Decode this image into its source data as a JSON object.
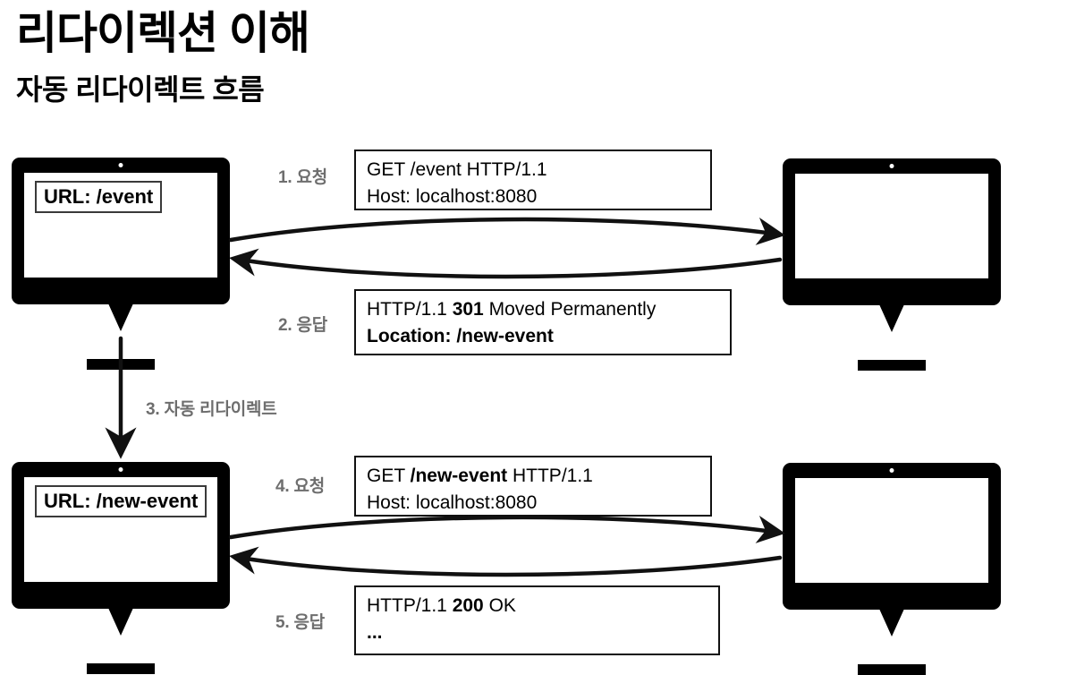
{
  "page": {
    "title": "리다이렉션 이해",
    "subtitle": "자동 리다이렉트 흐름",
    "colors": {
      "text": "#000000",
      "step_label": "#6e6e6e",
      "stroke": "#111111",
      "background": "#ffffff"
    }
  },
  "clients": [
    {
      "name": "client-top",
      "url_label": "URL: /event"
    },
    {
      "name": "client-bottom",
      "url_label": "URL: /new-event"
    }
  ],
  "servers": [
    {
      "name": "server-top",
      "screen_text": ""
    },
    {
      "name": "server-bottom",
      "screen_text": ""
    }
  ],
  "steps": [
    {
      "id": 1,
      "label": "1. 요청",
      "kind": "request",
      "lines": [
        [
          {
            "t": "GET /event HTTP/1.1",
            "bold": false
          }
        ],
        [
          {
            "t": "Host: localhost:8080",
            "bold": false
          }
        ]
      ]
    },
    {
      "id": 2,
      "label": "2. 응답",
      "kind": "response",
      "lines": [
        [
          {
            "t": "HTTP/1.1 ",
            "bold": false
          },
          {
            "t": "301",
            "bold": true
          },
          {
            "t": " Moved Permanently",
            "bold": false
          }
        ],
        [
          {
            "t": "Location: /new-event",
            "bold": true
          }
        ]
      ]
    },
    {
      "id": 3,
      "label": "3. 자동 리다이렉트",
      "kind": "redirect",
      "lines": []
    },
    {
      "id": 4,
      "label": "4. 요청",
      "kind": "request",
      "lines": [
        [
          {
            "t": "GET ",
            "bold": false
          },
          {
            "t": "/new-event",
            "bold": true
          },
          {
            "t": " HTTP/1.1",
            "bold": false
          }
        ],
        [
          {
            "t": "Host: localhost:8080",
            "bold": false
          }
        ]
      ]
    },
    {
      "id": 5,
      "label": "5. 응답",
      "kind": "response",
      "lines": [
        [
          {
            "t": "HTTP/1.1 ",
            "bold": false
          },
          {
            "t": "200",
            "bold": true
          },
          {
            "t": " OK",
            "bold": false
          }
        ],
        [
          {
            "t": "...",
            "bold": true
          }
        ]
      ]
    }
  ]
}
